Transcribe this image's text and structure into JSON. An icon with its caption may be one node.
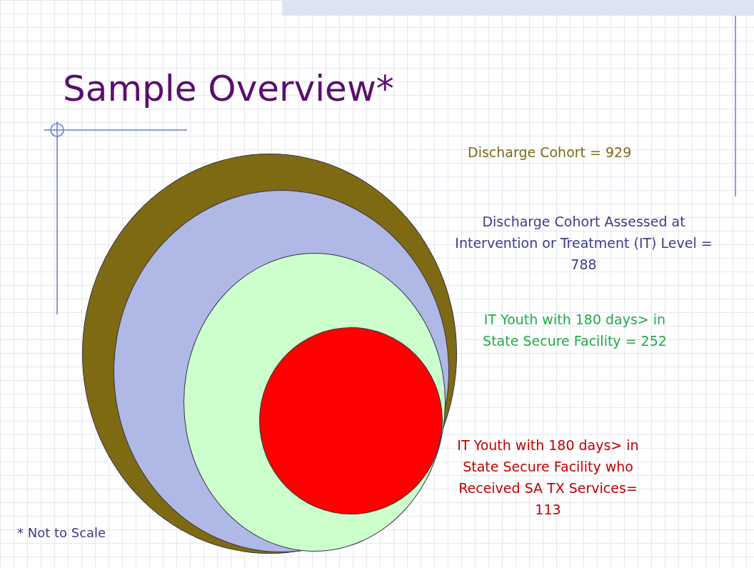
{
  "diagram": {
    "title": "Sample Overview*",
    "nodes": [
      {
        "text": [],
        "shape": "circle",
        "beside": [
          "Discharge Cohort = 929"
        ]
      },
      {
        "text": [],
        "shape": "circle",
        "in": 0,
        "beside": [
          "Discharge Cohort Assessed at Intervention or Treatment (IT) Level = 788"
        ]
      },
      {
        "text": [],
        "shape": "circle",
        "in": 1,
        "beside": [
          "IT Youth with 180 days> in State Secure Facility = 252"
        ]
      },
      {
        "text": [],
        "shape": "circle",
        "in": 2,
        "beside": [
          "IT Youth with 180 days> in State Secure Facility who Received SA TX Services= 113"
        ]
      }
    ],
    "labels": [
      "* Not to Scale"
    ]
  }
}
